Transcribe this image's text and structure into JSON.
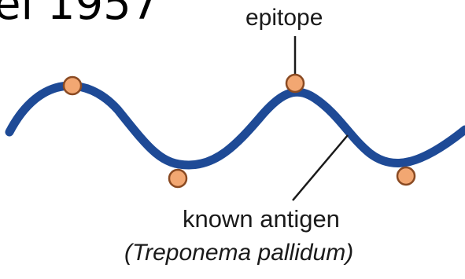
{
  "title_fragment": "el 1957",
  "labels": {
    "epitope": "epitope",
    "known_antigen": "known antigen",
    "species": "(Treponema pallidum)"
  },
  "colors": {
    "strand": "#1e4a96",
    "epitope_fill": "#f2a772",
    "epitope_stroke": "#8a4a22",
    "leader_line": "#1a1a1a",
    "text": "#1a1a1a"
  },
  "epitope_count": 4
}
